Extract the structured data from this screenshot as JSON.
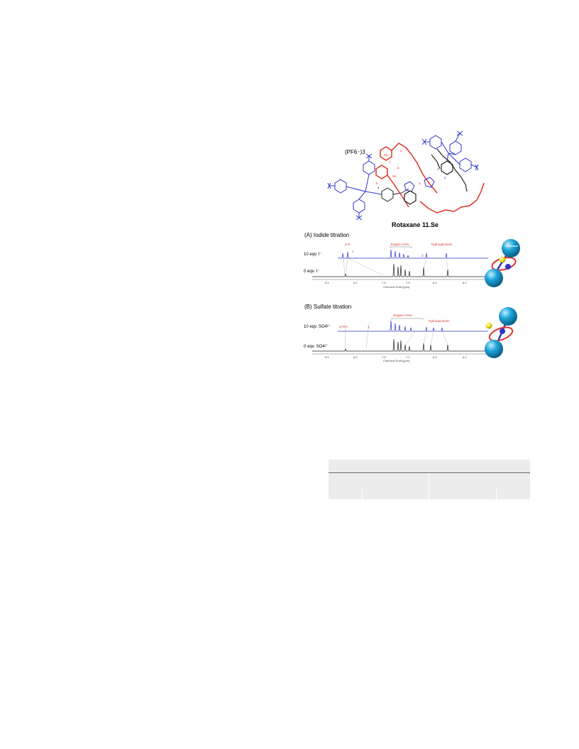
{
  "figure": {
    "counterion": "(PF6⁻)3",
    "compound_label": "Rotaxane 11.Se",
    "ring_labels": [
      "Se",
      "Se",
      "a",
      "b",
      "c",
      "d",
      "1",
      "2",
      "3",
      "4"
    ],
    "panel_a": {
      "title": "(A) Iodide titration",
      "top_trace_label": "10 eqv. I⁻",
      "bottom_trace_label": "0 eqv. I⁻",
      "xaxis_label": "Chemical Shift (ppm)",
      "ticks": [
        "8.5",
        "8.0",
        "7.5",
        "7.0",
        "6.5",
        "6.0"
      ],
      "annotations": [
        "a+b",
        "c",
        "d",
        "stopper-ArHs",
        "hydroquinones"
      ]
    },
    "panel_b": {
      "title": "(B) Sulfate titration",
      "top_trace_label": "10 eqv. SO4²⁻",
      "bottom_trace_label": "0 eqv. SO4²⁻",
      "xaxis_label": "Chemical Shift (ppm)",
      "ticks": [
        "8.5",
        "8.0",
        "7.5",
        "7.0",
        "6.5",
        "6.0"
      ],
      "annotations": [
        "a+b+c",
        "3",
        "stopper-ArHs",
        "hydroquinones"
      ]
    },
    "colors": {
      "red": "#e0332a",
      "blue": "#2f36c8",
      "black": "#222222",
      "stopper": "#1ea4d8",
      "anion": "#f2e01a"
    }
  }
}
